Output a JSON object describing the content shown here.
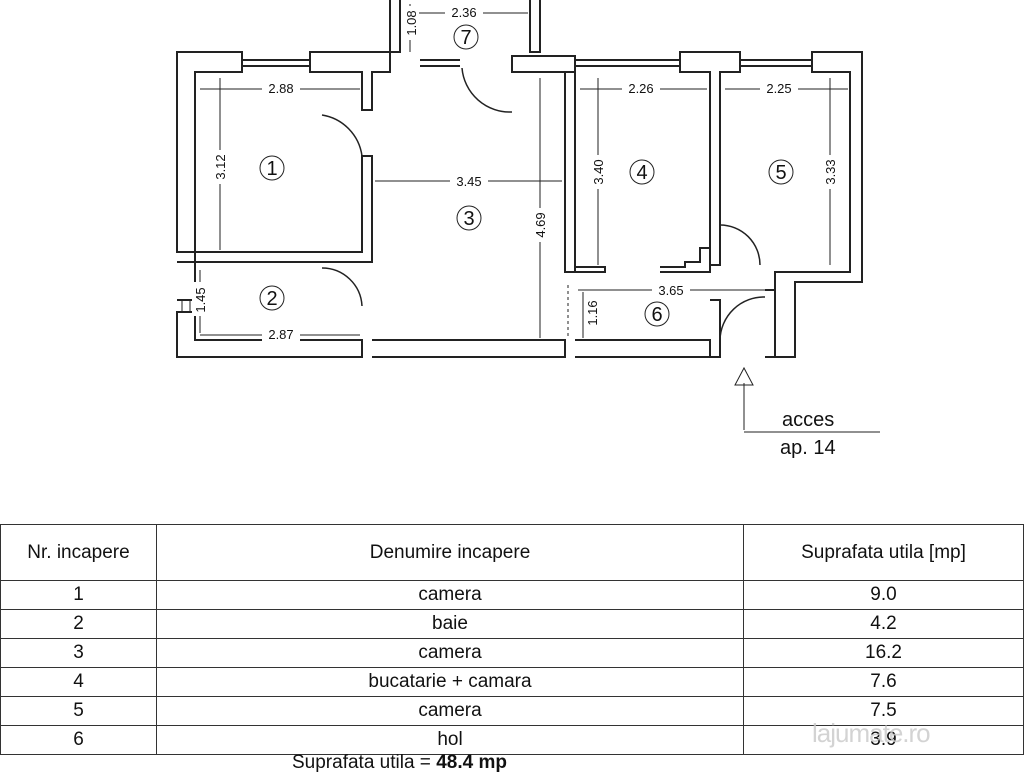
{
  "plan": {
    "rooms": [
      {
        "num": "1"
      },
      {
        "num": "2"
      },
      {
        "num": "3"
      },
      {
        "num": "4"
      },
      {
        "num": "5"
      },
      {
        "num": "6"
      },
      {
        "num": "7"
      }
    ],
    "dimensions": {
      "r1_width": "2.88",
      "r1_height": "3.12",
      "r2_height": "1.45",
      "r2_width": "2.87",
      "r3_width": "3.45",
      "r3_height": "4.69",
      "r4_width": "2.26",
      "r4_height": "3.40",
      "r5_width": "2.25",
      "r5_height": "3.33",
      "r6_width": "3.65",
      "r6_height": "1.16",
      "r7_width": "2.36",
      "r7_height": "1.08"
    },
    "access": {
      "line1": "acces",
      "line2": "ap. 14"
    }
  },
  "table": {
    "headers": [
      "Nr. incapere",
      "Denumire incapere",
      "Suprafata utila [mp]"
    ],
    "rows": [
      {
        "nr": "1",
        "name": "camera",
        "area": "9.0"
      },
      {
        "nr": "2",
        "name": "baie",
        "area": "4.2"
      },
      {
        "nr": "3",
        "name": "camera",
        "area": "16.2"
      },
      {
        "nr": "4",
        "name": "bucatarie + camara",
        "area": "7.6"
      },
      {
        "nr": "5",
        "name": "camera",
        "area": "7.5"
      },
      {
        "nr": "6",
        "name": "hol",
        "area": "3.9"
      }
    ],
    "total_label": "Suprafata utila = ",
    "total_value": "48.4 mp"
  },
  "watermark": "lajumate.ro"
}
